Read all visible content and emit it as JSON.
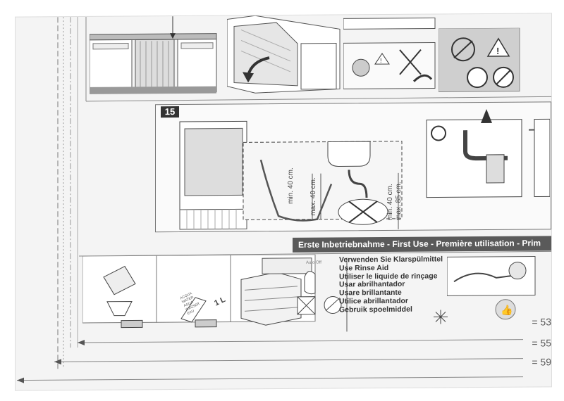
{
  "step_number": "15",
  "first_use": {
    "banner": "Erste Inbetriebnahme - First Use - Première utilisation - Prim",
    "rinse_aid_lines": [
      "Verwenden Sie Klarspülmittel",
      "Use Rinse Aid",
      "Utiliser le liquide de rinçage",
      "Usar abrilhantador",
      "Usare brillantante",
      "Utilice abrillantador",
      "Gebruik spoelmiddel"
    ],
    "panel_label": "Auto Off",
    "bottle_label": [
      "ACQUA",
      "WATER",
      "AGUA",
      "WASSER",
      "EAU"
    ],
    "volume_label": "1 L"
  },
  "hose_labels": {
    "min40": "min. 40 cm.",
    "max40": "max. 40 cm.",
    "min40_right": "min. 40 cm.",
    "max85": "max. 85 cm."
  },
  "dimensions": [
    "= 53",
    "= 55",
    "= 59"
  ]
}
